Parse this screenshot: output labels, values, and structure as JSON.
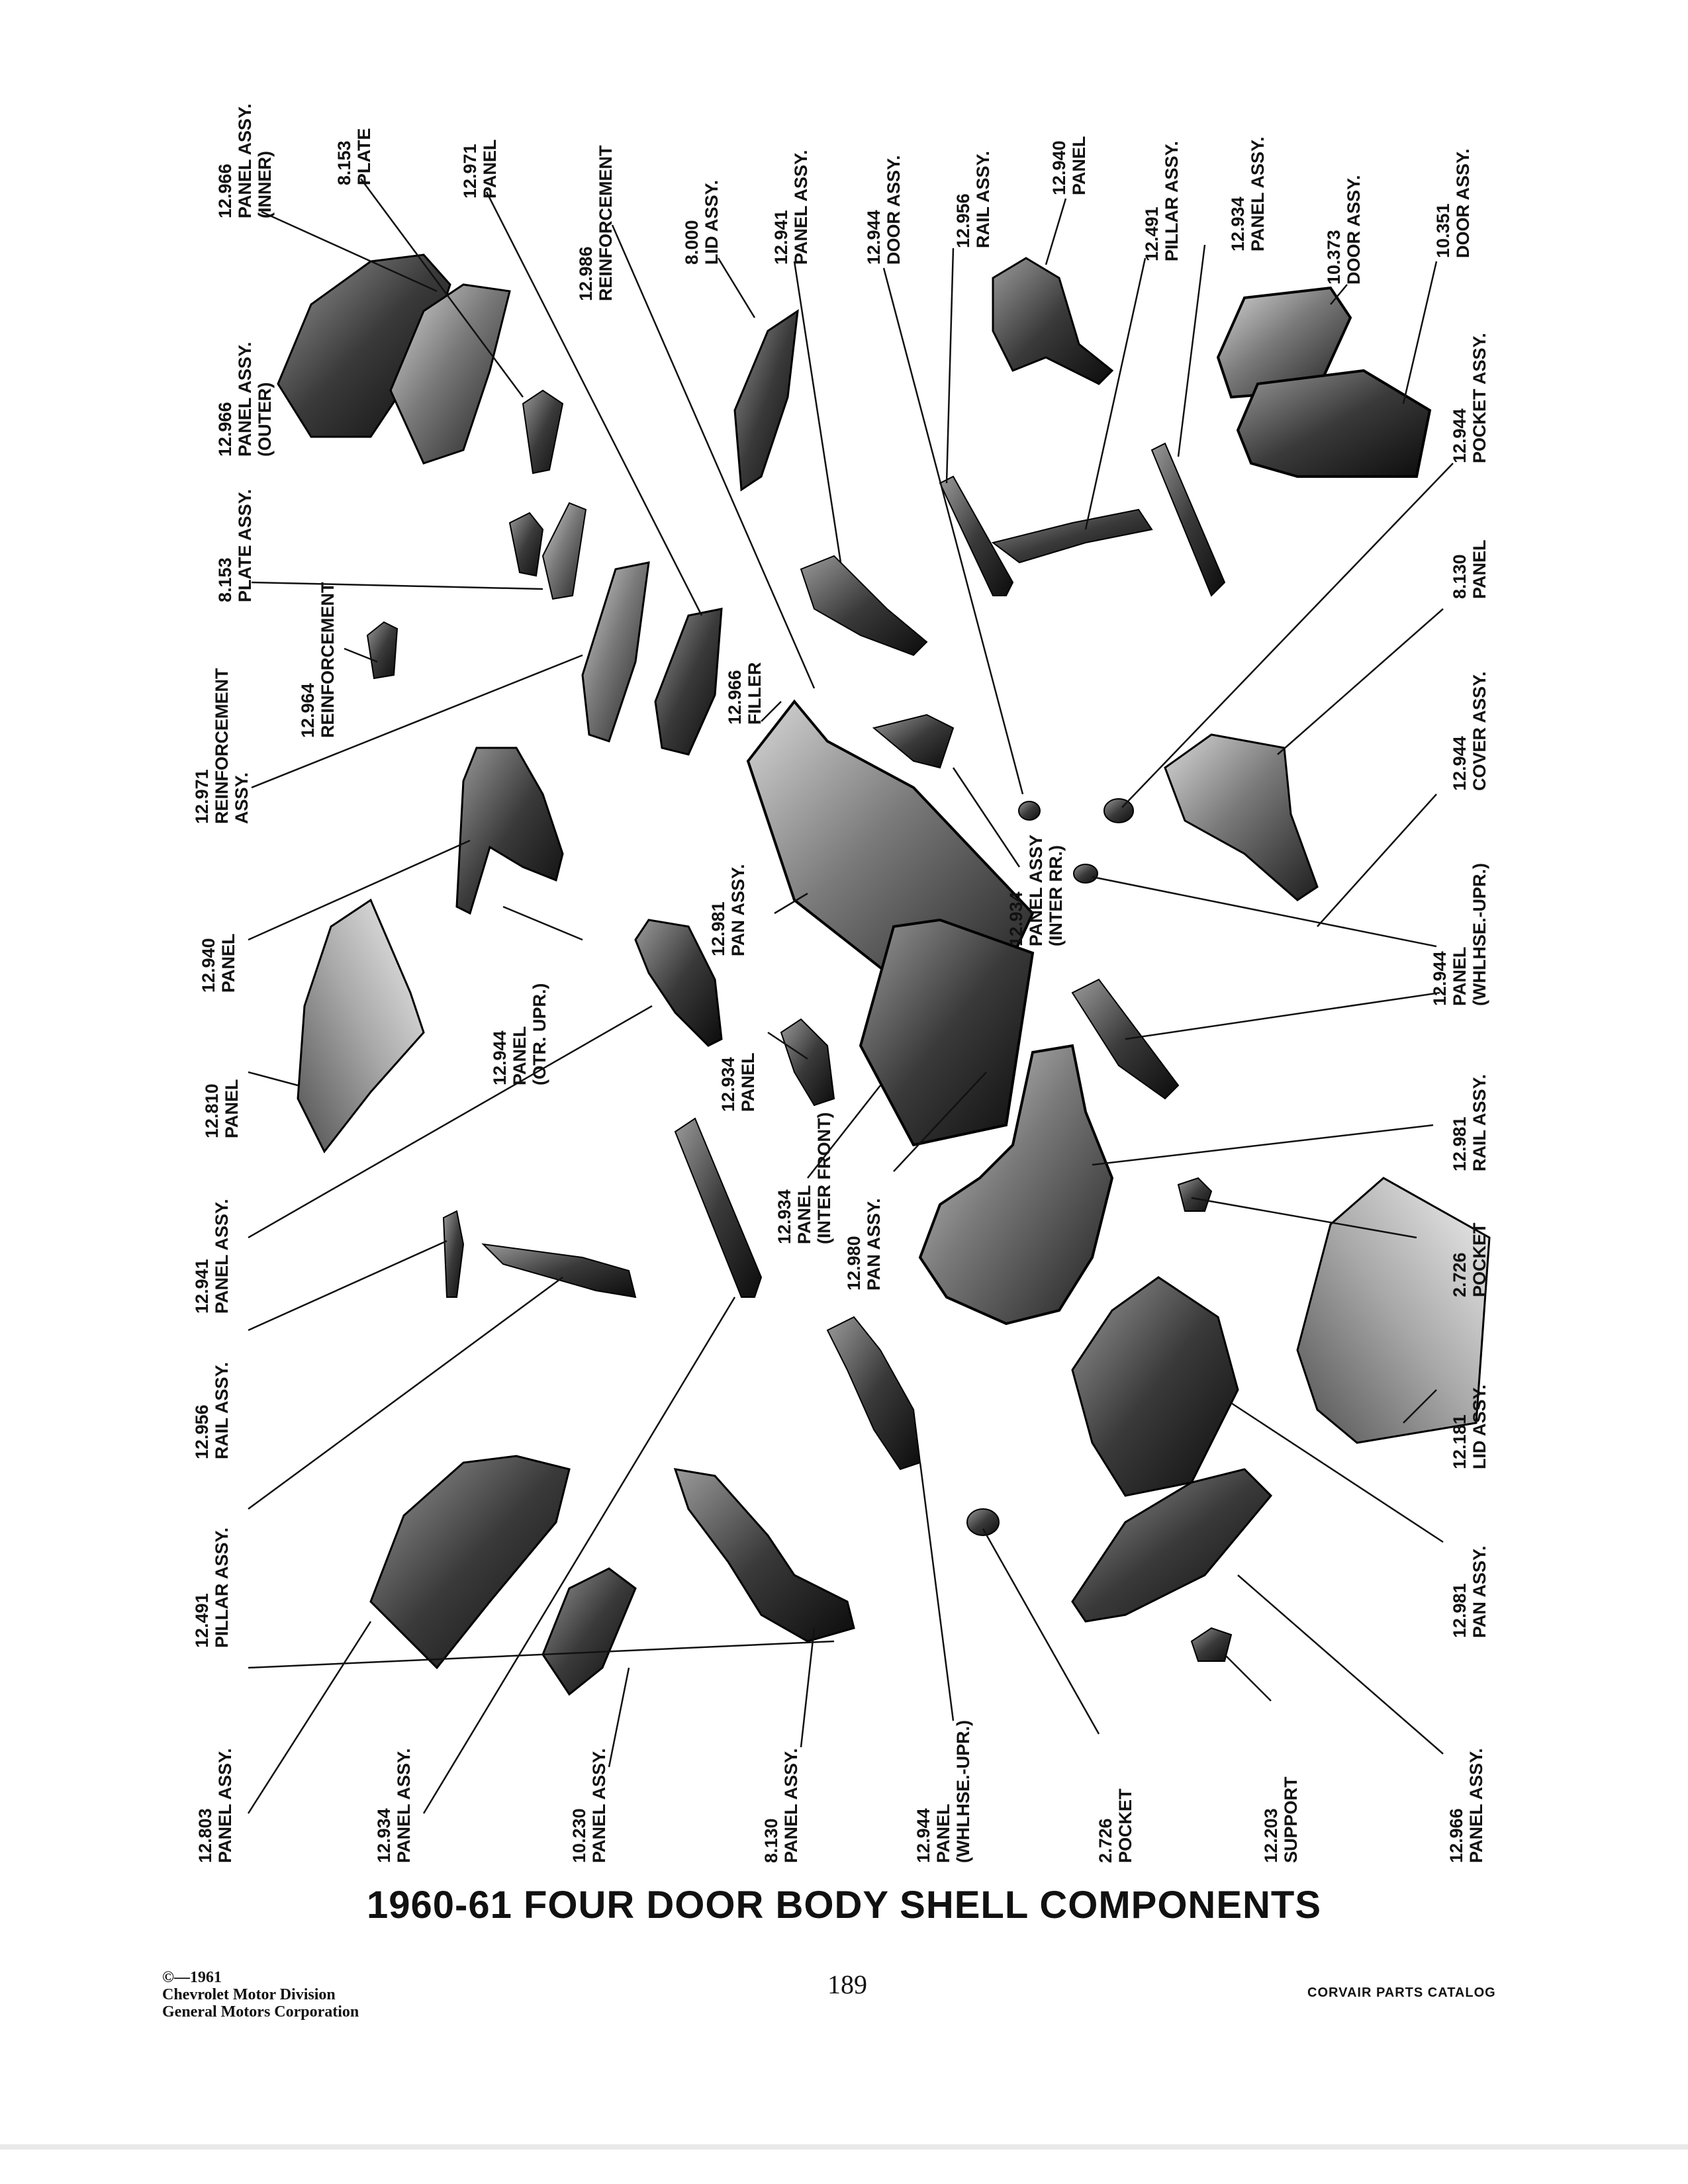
{
  "title": "1960-61 FOUR DOOR BODY SHELL COMPONENTS",
  "page_number": "189",
  "footer": {
    "copyright": [
      "©—1961",
      "Chevrolet Motor Division",
      "General Motors Corporation"
    ],
    "catalog": "CORVAIR PARTS CATALOG"
  },
  "labels": [
    {
      "id": "l01",
      "lines": [
        "12.966",
        "PANEL ASSY.",
        "(INNER)"
      ]
    },
    {
      "id": "l02",
      "lines": [
        "8.153",
        "PLATE"
      ]
    },
    {
      "id": "l03",
      "lines": [
        "12.971",
        "PANEL"
      ]
    },
    {
      "id": "l04",
      "lines": [
        "12.986",
        "REINFORCEMENT"
      ]
    },
    {
      "id": "l05",
      "lines": [
        "8.000",
        "LID ASSY."
      ]
    },
    {
      "id": "l06",
      "lines": [
        "12.941",
        "PANEL ASSY."
      ]
    },
    {
      "id": "l07",
      "lines": [
        "12.944",
        "DOOR ASSY."
      ]
    },
    {
      "id": "l08",
      "lines": [
        "12.956",
        "RAIL ASSY."
      ]
    },
    {
      "id": "l09",
      "lines": [
        "12.940",
        "PANEL"
      ]
    },
    {
      "id": "l10",
      "lines": [
        "12.491",
        "PILLAR ASSY."
      ]
    },
    {
      "id": "l11",
      "lines": [
        "12.934",
        "PANEL ASSY."
      ]
    },
    {
      "id": "l12",
      "lines": [
        "10.373",
        "DOOR ASSY."
      ]
    },
    {
      "id": "l13",
      "lines": [
        "10.351",
        "DOOR ASSY."
      ]
    },
    {
      "id": "l14",
      "lines": [
        "12.966",
        "PANEL ASSY.",
        "(OUTER)"
      ]
    },
    {
      "id": "l15",
      "lines": [
        "12.944",
        "POCKET ASSY."
      ]
    },
    {
      "id": "l16",
      "lines": [
        "8.153",
        "PLATE ASSY."
      ]
    },
    {
      "id": "l17",
      "lines": [
        "12.964",
        "REINFORCEMENT"
      ]
    },
    {
      "id": "l18",
      "lines": [
        "8.130",
        "PANEL"
      ]
    },
    {
      "id": "l19",
      "lines": [
        "12.966",
        "FILLER"
      ]
    },
    {
      "id": "l20",
      "lines": [
        "12.971",
        "REINFORCEMENT",
        "ASSY."
      ]
    },
    {
      "id": "l21",
      "lines": [
        "12.944",
        "COVER ASSY."
      ]
    },
    {
      "id": "l22",
      "lines": [
        "12.934",
        "PANEL ASSY",
        "(INTER RR.)"
      ]
    },
    {
      "id": "l23",
      "lines": [
        "12.981",
        "PAN ASSY."
      ]
    },
    {
      "id": "l24",
      "lines": [
        "12.940",
        "PANEL"
      ]
    },
    {
      "id": "l25",
      "lines": [
        "12.944",
        "PANEL",
        "(OTR. UPR.)"
      ]
    },
    {
      "id": "l26",
      "lines": [
        "12.944",
        "PANEL",
        "(WHLHSE.-UPR.)"
      ]
    },
    {
      "id": "l27",
      "lines": [
        "12.934",
        "PANEL"
      ]
    },
    {
      "id": "l28",
      "lines": [
        "12.810",
        "PANEL"
      ]
    },
    {
      "id": "l29",
      "lines": [
        "12.934",
        "PANEL",
        "(INTER FRONT)"
      ]
    },
    {
      "id": "l30",
      "lines": [
        "12.981",
        "RAIL ASSY."
      ]
    },
    {
      "id": "l31",
      "lines": [
        "12.980",
        "PAN ASSY."
      ]
    },
    {
      "id": "l32",
      "lines": [
        "12.941",
        "PANEL ASSY."
      ]
    },
    {
      "id": "l33",
      "lines": [
        "2.726",
        "POCKET"
      ]
    },
    {
      "id": "l34",
      "lines": [
        "12.956",
        "RAIL ASSY."
      ]
    },
    {
      "id": "l35",
      "lines": [
        "12.181",
        "LID ASSY."
      ]
    },
    {
      "id": "l36",
      "lines": [
        "12.491",
        "PILLAR ASSY."
      ]
    },
    {
      "id": "l37",
      "lines": [
        "12.981",
        "PAN ASSY."
      ]
    },
    {
      "id": "l38",
      "lines": [
        "12.803",
        "PANEL ASSY."
      ]
    },
    {
      "id": "l39",
      "lines": [
        "12.934",
        "PANEL ASSY."
      ]
    },
    {
      "id": "l40",
      "lines": [
        "10.230",
        "PANEL ASSY."
      ]
    },
    {
      "id": "l41",
      "lines": [
        "8.130",
        "PANEL ASSY."
      ]
    },
    {
      "id": "l42",
      "lines": [
        "12.944",
        "PANEL",
        "(WHLHSE.-UPR.)"
      ]
    },
    {
      "id": "l43",
      "lines": [
        "2.726",
        "POCKET"
      ]
    },
    {
      "id": "l44",
      "lines": [
        "12.203",
        "SUPPORT"
      ]
    },
    {
      "id": "l45",
      "lines": [
        "12.966",
        "PANEL ASSY."
      ]
    }
  ]
}
